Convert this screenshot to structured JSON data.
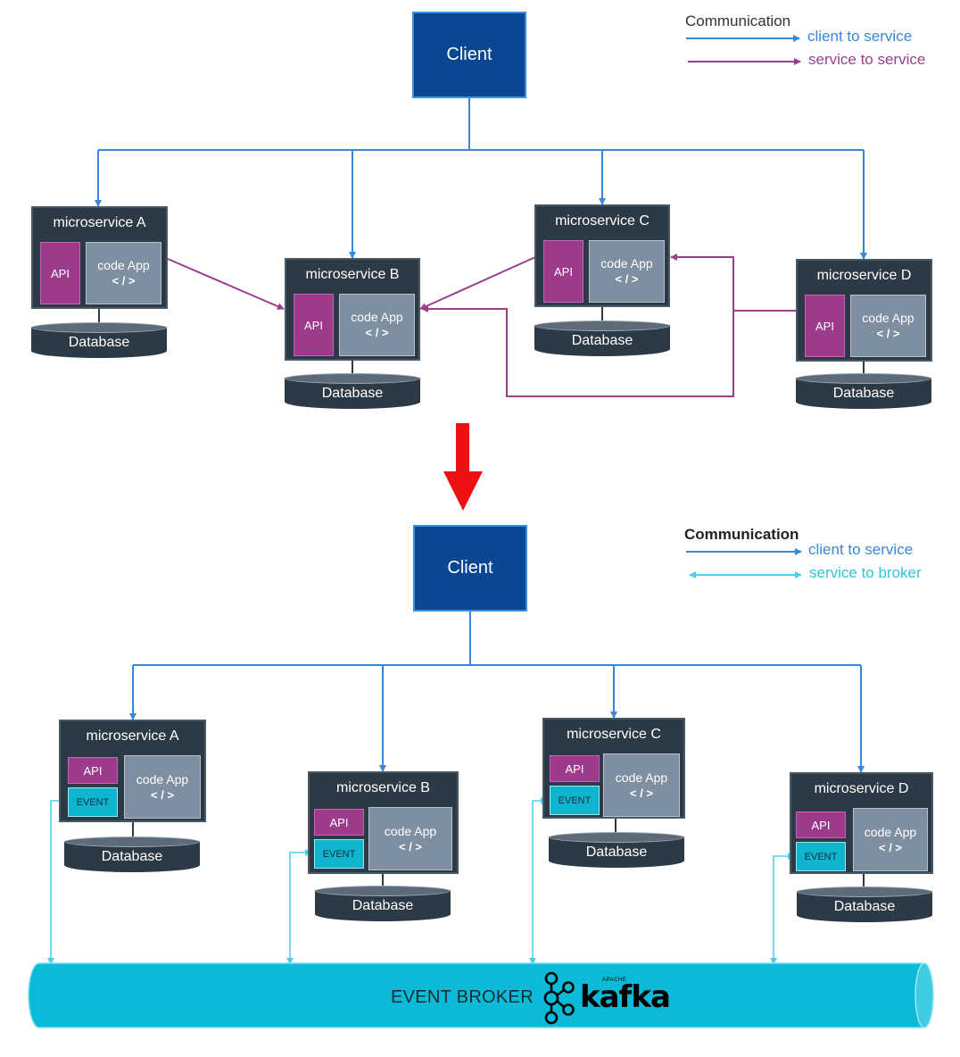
{
  "top": {
    "client": "Client",
    "legend": {
      "title": "Communication",
      "client_to_service": "client to service",
      "service_to_service": "service to service"
    },
    "services": [
      {
        "title": "microservice A",
        "api": "API",
        "code": "code App",
        "tag": "< / >",
        "db": "Database"
      },
      {
        "title": "microservice B",
        "api": "API",
        "code": "code App",
        "tag": "< / >",
        "db": "Database"
      },
      {
        "title": "microservice C",
        "api": "API",
        "code": "code App",
        "tag": "< / >",
        "db": "Database"
      },
      {
        "title": "microservice D",
        "api": "API",
        "code": "code App",
        "tag": "< / >",
        "db": "Database"
      }
    ]
  },
  "bottom": {
    "client": "Client",
    "legend": {
      "title": "Communication",
      "client_to_service": "client to service",
      "service_to_broker": "service to broker"
    },
    "services": [
      {
        "title": "microservice A",
        "api": "API",
        "event": "EVENT",
        "code": "code App",
        "tag": "< / >",
        "db": "Database"
      },
      {
        "title": "microservice B",
        "api": "API",
        "event": "EVENT",
        "code": "code App",
        "tag": "< / >",
        "db": "Database"
      },
      {
        "title": "microservice C",
        "api": "API",
        "event": "EVENT",
        "code": "code App",
        "tag": "< / >",
        "db": "Database"
      },
      {
        "title": "microservice D",
        "api": "API",
        "event": "EVENT",
        "code": "code App",
        "tag": "< / >",
        "db": "Database"
      }
    ],
    "broker": {
      "label": "EVENT BROKER",
      "logo_word": "kafka",
      "logo_apache": "APACHE"
    }
  },
  "colors": {
    "client_to_service": "#3a87d6",
    "service_to_service": "#9a3f8d",
    "service_to_broker": "#52cfe6",
    "transition_arrow": "#ee1111",
    "client_fill": "#0a4793",
    "service_fill": "#2c3a46",
    "api_fill": "#9c3b8c",
    "code_fill": "#7d8fa0",
    "event_fill": "#0fb5cf",
    "broker_fill": "#0bbad6"
  },
  "icons": {
    "transition": "red-down-arrow-icon",
    "kafka": "kafka-logo-icon"
  }
}
